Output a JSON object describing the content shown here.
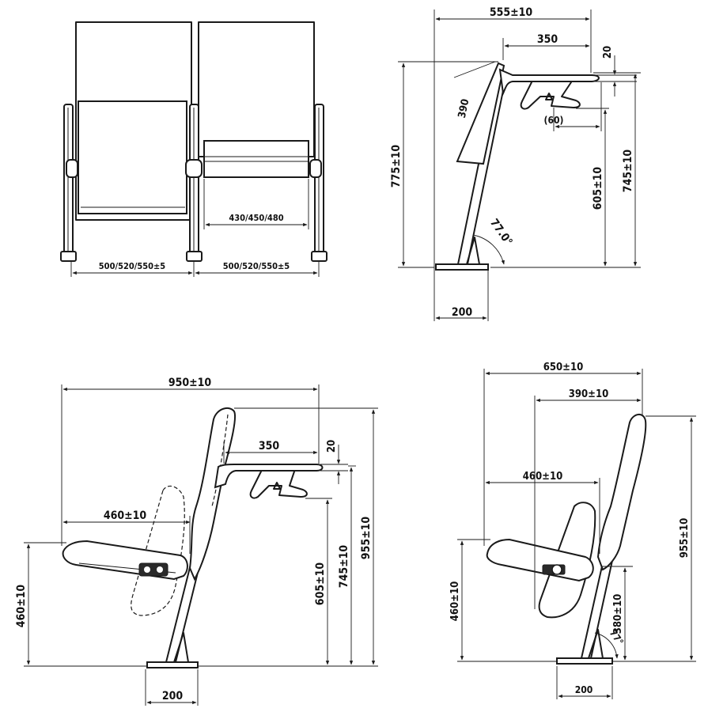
{
  "front_view": {
    "seat_width_left": "500/520/550±5",
    "seat_width_right": "500/520/550±5",
    "seat_depth_range": "430/450/480"
  },
  "side_view_top": {
    "overall_depth": "555±10",
    "tablet_depth": "350",
    "tablet_thickness": "20",
    "tablet_gap": "(60)",
    "back_length": "390",
    "overall_height": "775±10",
    "tablet_height": "745±10",
    "bracket_height": "605±10",
    "leg_angle": "77.0°",
    "base_width": "200"
  },
  "side_view_bottom_left": {
    "overall_depth": "950±10",
    "tablet_depth": "350",
    "tablet_thickness": "20",
    "seat_depth": "460±10",
    "seat_height": "460±10",
    "bracket_height": "605±10",
    "tablet_height": "745±10",
    "overall_height": "955±10",
    "base_width": "200"
  },
  "side_view_bottom_right": {
    "overall_depth": "650±10",
    "folded_depth": "390±10",
    "seat_depth": "460±10",
    "seat_height": "460±10",
    "folded_height": "380±10",
    "overall_height": "955±10",
    "leg_angle": "77°",
    "base_width": "200"
  }
}
